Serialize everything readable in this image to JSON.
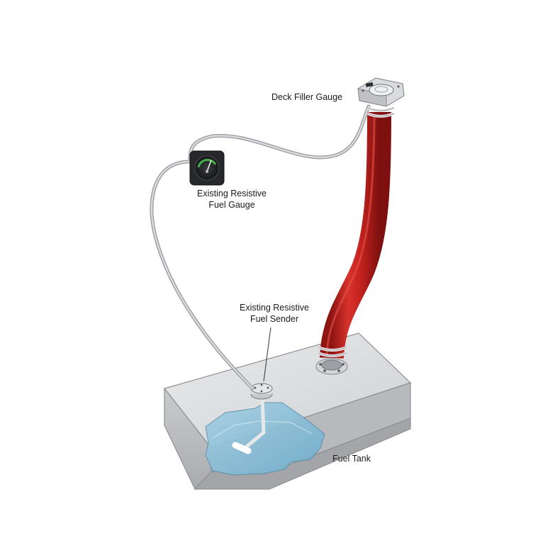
{
  "labels": {
    "deck_filler_gauge": "Deck Filler Gauge",
    "resistive_gauge": [
      "Existing Resistive",
      "Fuel Gauge"
    ],
    "resistive_sender": [
      "Existing Resistive",
      "Fuel Sender"
    ],
    "fuel_tank": "Fuel Tank"
  },
  "colors": {
    "hose": "#c4221f",
    "hose_dark": "#8e1512",
    "tank_top": "#dcdde0",
    "tank_side": "#bfc1c5",
    "fuel": "#7fb8d3",
    "cable": "#bcbec2",
    "clamp": "#e6e7ea"
  }
}
